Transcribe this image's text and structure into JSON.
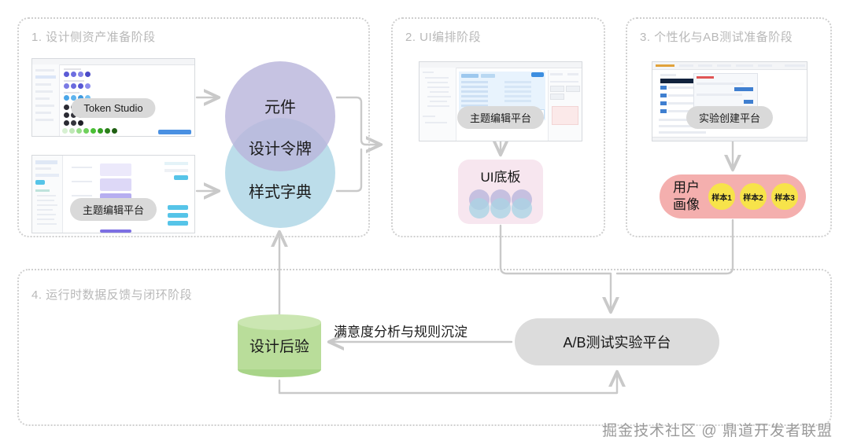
{
  "phases": [
    {
      "id": "phase1",
      "title": "1. 设计侧资产准备阶段"
    },
    {
      "id": "phase2",
      "title": "2. UI编排阶段"
    },
    {
      "id": "phase3",
      "title": "3. 个性化与AB测试准备阶段"
    },
    {
      "id": "phase4",
      "title": "4. 运行时数据反馈与闭环阶段"
    }
  ],
  "screenshots": {
    "token_studio": {
      "label": "Token Studio"
    },
    "theme_editor_1": {
      "label": "主题编辑平台"
    },
    "theme_editor_2": {
      "label": "主题编辑平台"
    },
    "experiment_platform": {
      "label": "实验创建平台"
    }
  },
  "venn": {
    "top_label": "元件",
    "mid_label": "设计令牌",
    "bottom_label": "样式字典",
    "top_color": "#b9b6dc",
    "bottom_color": "#a9d4e4"
  },
  "ui_board": {
    "title": "UI底板",
    "bg_color": "#f7e6ef"
  },
  "persona": {
    "title_line1": "用户",
    "title_line2": "画像",
    "bg_color": "#f4afae",
    "sample_color": "#f7e34a",
    "samples": [
      {
        "label": "样本1"
      },
      {
        "label": "样本2"
      },
      {
        "label": "样本3"
      }
    ]
  },
  "design_feedback": {
    "label": "设计后验",
    "color": "#b9dd9a"
  },
  "ab_platform": {
    "label": "A/B测试实验平台",
    "color": "#dcdcdc"
  },
  "edges": {
    "feedback_label": "满意度分析与规则沉淀",
    "wire_color": "#c9c9c9"
  },
  "watermark": {
    "text": "掘金技术社区 @ 鼎道开发者联盟"
  }
}
